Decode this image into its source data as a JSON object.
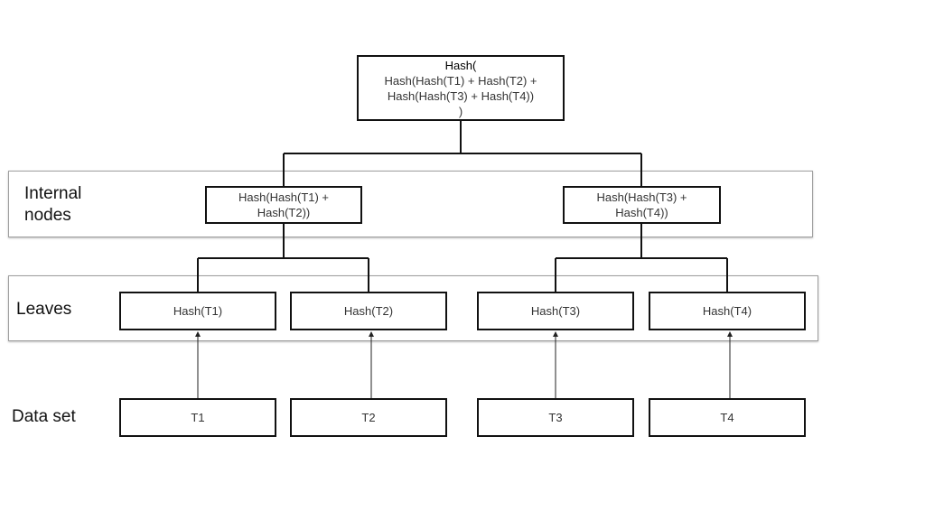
{
  "bands": {
    "internal_label": "Internal\nnodes",
    "leaves_label": "Leaves",
    "dataset_label": "Data set"
  },
  "nodes": {
    "root": {
      "line1": "Hash(",
      "line2": "Hash(Hash(T1) + Hash(T2) +",
      "line3": "Hash(Hash(T3) + Hash(T4))",
      "line4": ")"
    },
    "internal_left": "Hash(Hash(T1) +\nHash(T2))",
    "internal_right": "Hash(Hash(T3) +\nHash(T4))",
    "leaf_1": "Hash(T1)",
    "leaf_2": "Hash(T2)",
    "leaf_3": "Hash(T3)",
    "leaf_4": "Hash(T4)",
    "data_1": "T1",
    "data_2": "T2",
    "data_3": "T3",
    "data_4": "T4"
  },
  "colors": {
    "line": "#111111",
    "arrow": "#222222",
    "band_border": "#9e9e9e"
  }
}
